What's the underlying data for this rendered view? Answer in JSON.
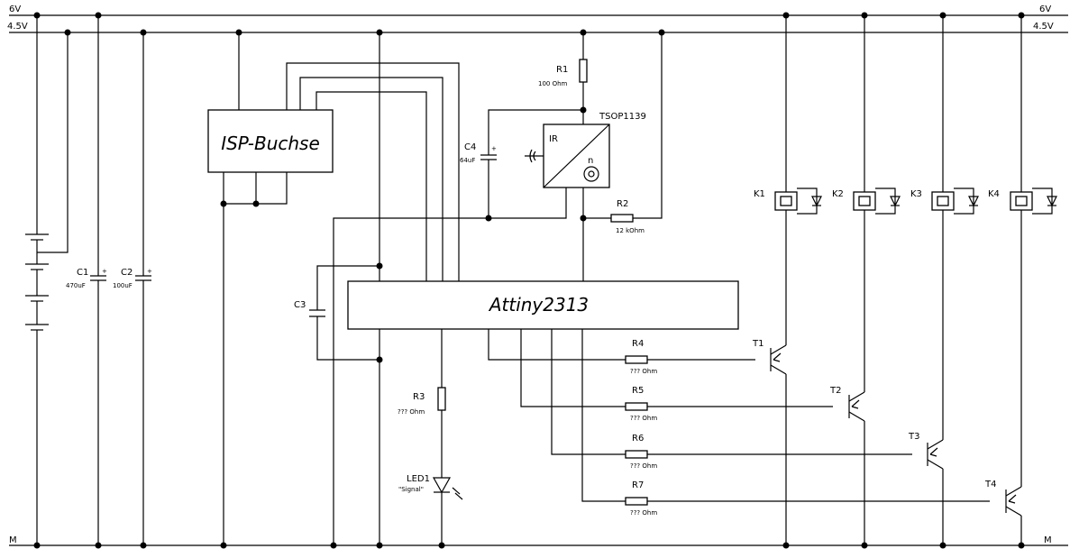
{
  "rails": {
    "v6_left": "6V",
    "v45_left": "4.5V",
    "v6_right": "6V",
    "v45_right": "4.5V",
    "gnd_left": "M",
    "gnd_right": "M"
  },
  "components": {
    "isp": "ISP-Buchse",
    "mcu": "Attiny2313",
    "ir_receiver": "TSOP1139",
    "ir_pin": "IR",
    "ir_n": "n",
    "c1": {
      "name": "C1",
      "value": "470uF"
    },
    "c2": {
      "name": "C2",
      "value": "100uF"
    },
    "c3": {
      "name": "C3"
    },
    "c4": {
      "name": "C4",
      "value": "64uF"
    },
    "r1": {
      "name": "R1",
      "value": "100 Ohm"
    },
    "r2": {
      "name": "R2",
      "value": "12 kOhm"
    },
    "r3": {
      "name": "R3",
      "value": "??? Ohm"
    },
    "r4": {
      "name": "R4",
      "value": "??? Ohm"
    },
    "r5": {
      "name": "R5",
      "value": "??? Ohm"
    },
    "r6": {
      "name": "R6",
      "value": "??? Ohm"
    },
    "r7": {
      "name": "R7",
      "value": "??? Ohm"
    },
    "led": {
      "name": "LED1",
      "value": "\"Signal\""
    },
    "relays": [
      "K1",
      "K2",
      "K3",
      "K4"
    ],
    "transistors": [
      "T1",
      "T2",
      "T3",
      "T4"
    ],
    "plus": "+"
  }
}
